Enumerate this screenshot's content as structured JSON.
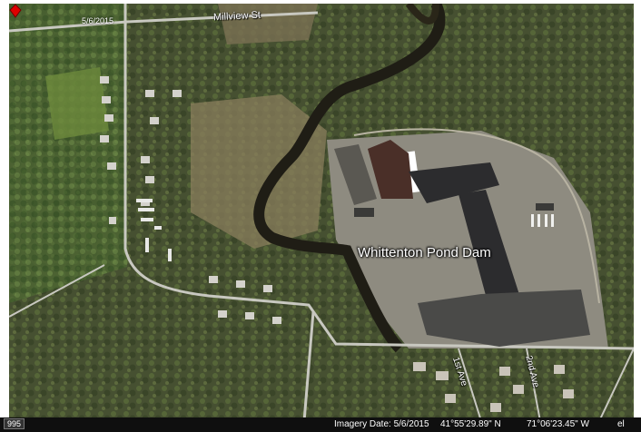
{
  "map": {
    "date_stamp": "5/6/2015",
    "streets": {
      "millview": "Millview St",
      "first_ave": "1st Ave",
      "second_ave": "2nd Ave"
    },
    "marker": {
      "label": "Whittenton Pond Dam",
      "icon": "red-placemark-icon",
      "color": "#e00000"
    }
  },
  "status_bar": {
    "scale_text": "995",
    "imagery_date": "Imagery Date: 5/6/2015",
    "latitude": "41°55'29.89\" N",
    "longitude": "71°06'23.45\" W",
    "elevation_prefix": "el"
  },
  "colors": {
    "forest": "#3f4a2c",
    "river": "#1f1d15",
    "road": "#c8c8c0",
    "roof_white": "#ffffff",
    "roof_dark": "#2c2c2e"
  }
}
